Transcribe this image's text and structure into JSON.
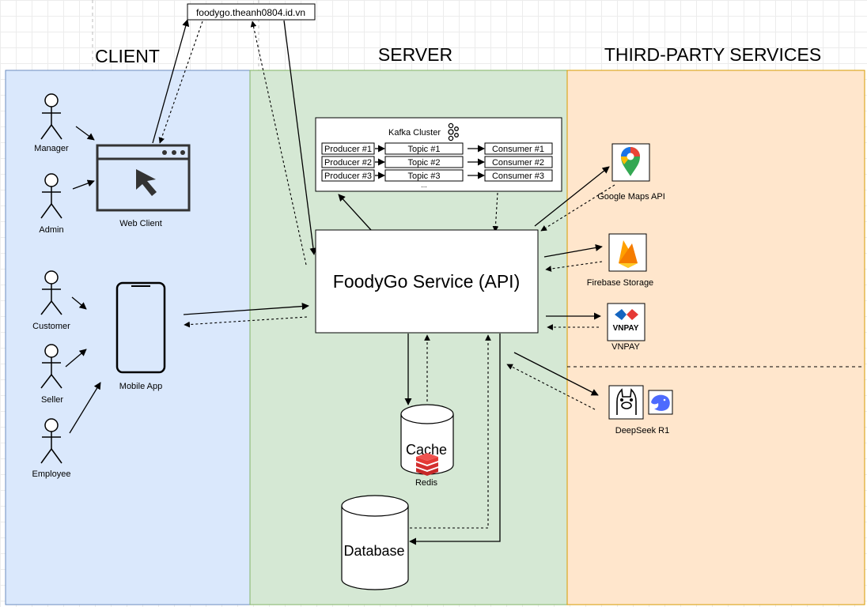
{
  "domain_box": {
    "label": "foodygo.theanh0804.id.vn"
  },
  "zones": {
    "client": {
      "title": "CLIENT",
      "color": "#dae8fc",
      "border": "#6c8ebf"
    },
    "server": {
      "title": "SERVER",
      "color": "#d5e8d4",
      "border": "#82b366"
    },
    "third_party": {
      "title": "THIRD-PARTY SERVICES",
      "color": "#ffe6cc",
      "border": "#d79b00"
    }
  },
  "actors": {
    "manager": "Manager",
    "admin": "Admin",
    "customer": "Customer",
    "seller": "Seller",
    "employee": "Employee"
  },
  "clients": {
    "web": "Web Client",
    "mobile": "Mobile App"
  },
  "kafka": {
    "title": "Kafka Cluster",
    "producers": [
      "Producer #1",
      "Producer #2",
      "Producer #3"
    ],
    "topics": [
      "Topic #1",
      "Topic #2",
      "Topic #3"
    ],
    "consumers": [
      "Consumer #1",
      "Consumer #2",
      "Consumer #3"
    ],
    "ellipsis": "..."
  },
  "service": {
    "label": "FoodyGo Service (API)"
  },
  "cache": {
    "label": "Cache",
    "sublabel": "Redis"
  },
  "database": {
    "label": "Database"
  },
  "third_party": {
    "maps": "Google Maps API",
    "firebase": "Firebase Storage",
    "vnpay": "VNPAY",
    "vnpay_logo": "VNPAY",
    "deepseek": "DeepSeek R1"
  }
}
